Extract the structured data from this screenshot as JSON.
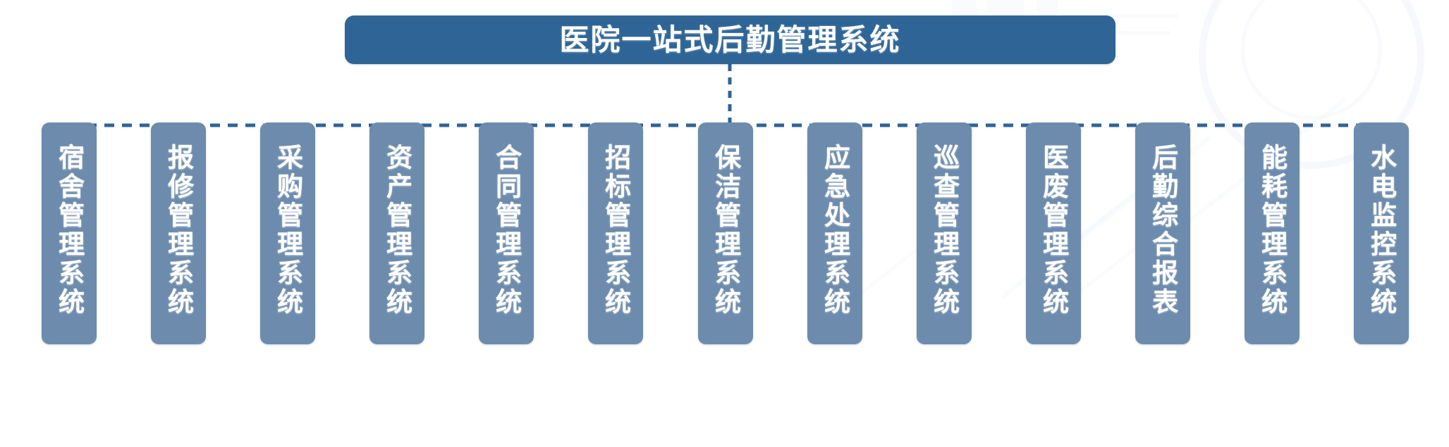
{
  "diagram": {
    "type": "tree",
    "orientation": "top-down",
    "root": {
      "label": "医院一站式后勤管理系统",
      "color": "#2e6596",
      "text_color": "#ffffff"
    },
    "connector": {
      "style": "dashed",
      "color": "#2f6496"
    },
    "node_style": {
      "fill": "#6d8cad",
      "text_color": "#ffffff",
      "text_direction": "vertical"
    },
    "children": [
      {
        "id": "dormitory",
        "label": "宿舍管理系统"
      },
      {
        "id": "repair",
        "label": "报修管理系统"
      },
      {
        "id": "procurement",
        "label": "采购管理系统"
      },
      {
        "id": "asset",
        "label": "资产管理系统"
      },
      {
        "id": "contract",
        "label": "合同管理系统"
      },
      {
        "id": "bidding",
        "label": "招标管理系统"
      },
      {
        "id": "cleaning",
        "label": "保洁管理系统"
      },
      {
        "id": "emergency",
        "label": "应急处理系统"
      },
      {
        "id": "inspection",
        "label": "巡查管理系统"
      },
      {
        "id": "medical-waste",
        "label": "医废管理系统"
      },
      {
        "id": "logistics-report",
        "label": "后勤综合报表"
      },
      {
        "id": "energy",
        "label": "能耗管理系统"
      },
      {
        "id": "utility-monitor",
        "label": "水电监控系统"
      }
    ]
  }
}
